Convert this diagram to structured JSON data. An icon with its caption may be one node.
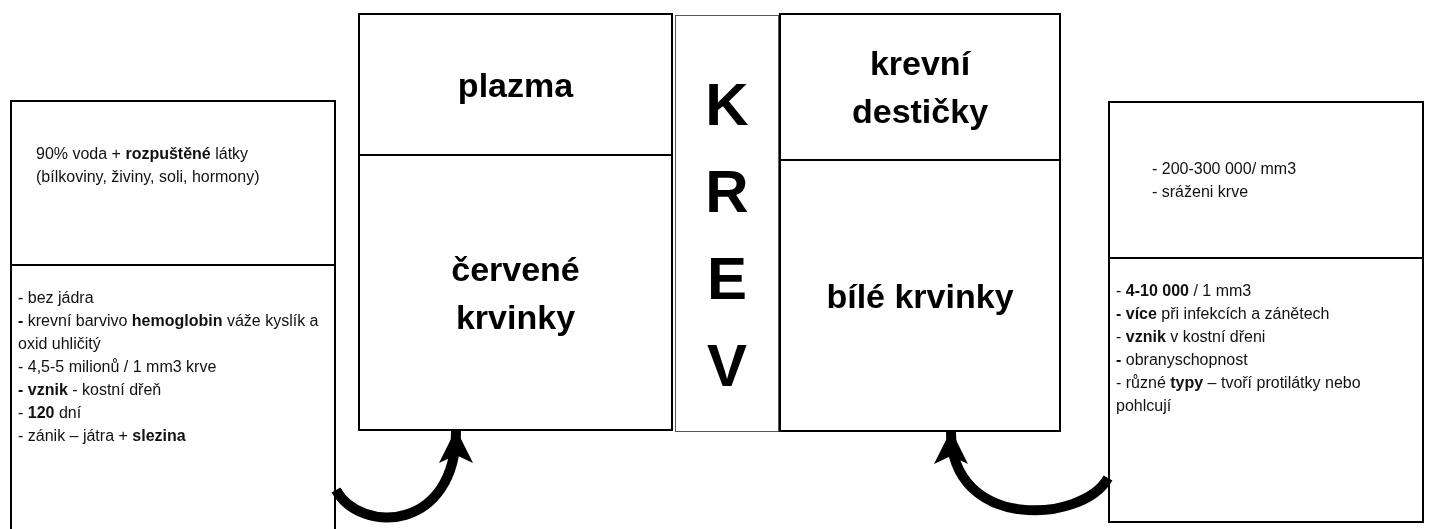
{
  "diagram": {
    "nodes": [
      {
        "text": [
          "90% voda + **rozpuštěné** látky (bílkoviny, živiny, soli, hormony)"
        ]
      },
      {
        "text": [
          "- bez jádra",
          "**-** krevní barvivo **hemoglobin** váže kyslík a oxid uhličitý",
          "- 4,5-5 milionů / 1 mm3 krve",
          "**- vznik** - kostní dřeň",
          "- **120** dní",
          "- zánik – játra + **slezina**"
        ]
      },
      {
        "text": [
          "plazma"
        ]
      },
      {
        "text": [
          "červené krvinky"
        ]
      },
      {
        "text": [
          "KREV"
        ]
      },
      {
        "text": [
          "krevní destičky"
        ]
      },
      {
        "text": [
          "bílé krvinky"
        ]
      },
      {
        "text": [
          "- 200-300 000/ mm3",
          "- sráženi krve"
        ]
      },
      {
        "text": [
          "- **4-10 000** / 1 mm3",
          "**- více** při infekcích a zánětech",
          "- **vznik** v kostní dřeni",
          "**-** obranyschopnost",
          "- různé **typy** – tvoří protilátky nebo pohlcují"
        ]
      }
    ],
    "edges": [
      {
        "from": 1,
        "to": 3,
        "arrow": "to"
      },
      {
        "from": 8,
        "to": 6,
        "arrow": "to"
      }
    ]
  }
}
